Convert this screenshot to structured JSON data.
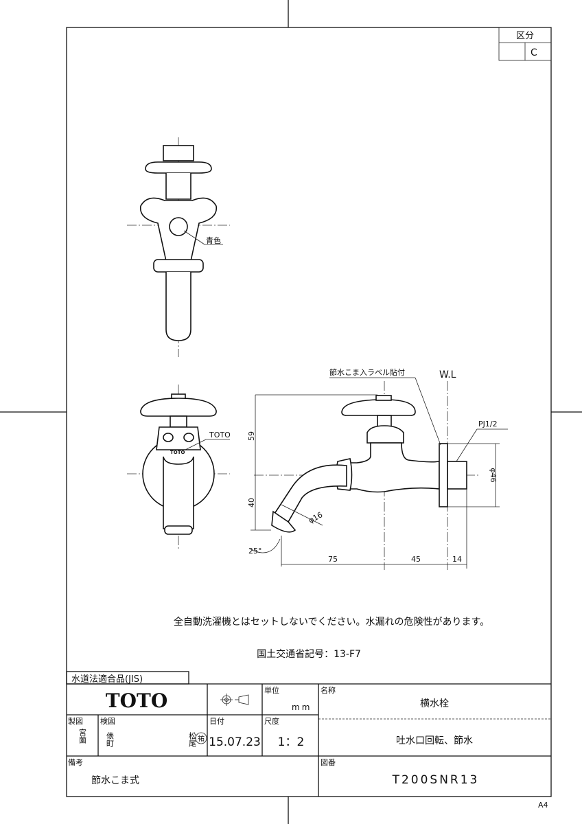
{
  "corner_box": {
    "label": "区分",
    "value": "C"
  },
  "top_view": {
    "color_note": "青色"
  },
  "front_view": {
    "brand_note": "TOTO",
    "body_mark": "TOTO"
  },
  "side_view": {
    "label_note": "節水こま入ラベル貼付",
    "wl": "W.L",
    "thread": "PJ1/2",
    "dims": {
      "height_top": "59",
      "height_bottom": "40",
      "spout_dia": "φ16",
      "flange_dia": "φ46",
      "angle": "25°",
      "len_spout": "75",
      "len_body": "45",
      "len_thread": "14"
    }
  },
  "notes": {
    "warning": "全自動洗濯機とはセットしないでください。水漏れの危険性があります。",
    "mlit": "国土交通省記号：13-F7"
  },
  "title_block": {
    "jis": "水道法適合品(JIS)",
    "logo": "TOTO",
    "unit_label": "単位",
    "unit": "mm",
    "name_label": "名称",
    "name": "横水栓",
    "subtitle": "吐水口回転、節水",
    "drawn_label": "製図",
    "drawn_by": "宮薗",
    "checked_label": "検図",
    "checked_by_1": "俵町",
    "checked_by_2": "松尾",
    "checked_by_3": "祐",
    "date_label": "日付",
    "date": "15.07.23",
    "scale_label": "尺度",
    "scale": "1：2",
    "remarks_label": "備考",
    "remarks": "節水こま式",
    "drawing_no_label": "図番",
    "drawing_no": "T200SNR13"
  },
  "paper_size": "A4"
}
